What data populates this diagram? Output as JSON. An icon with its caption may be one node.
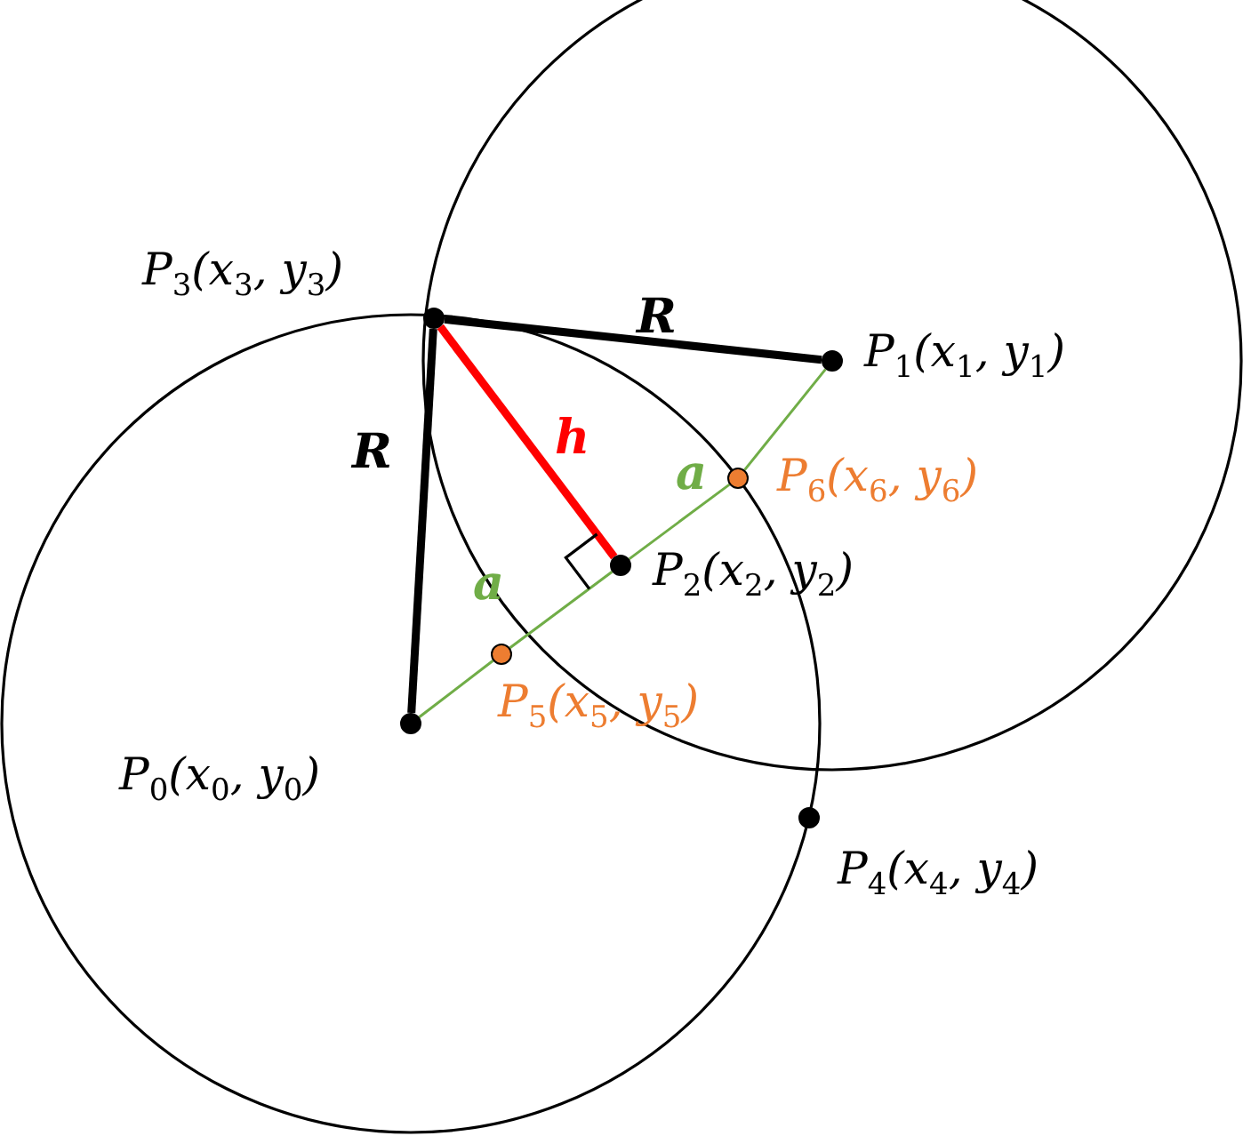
{
  "diagram": {
    "nodes": [
      {
        "text": [],
        "shape": "circle",
        "beside": [
          "P$_{3}$(x$_{3}$, y$_{3}$)"
        ]
      },
      {
        "text": [],
        "shape": "circle",
        "beside": [
          "P$_{1}$(x$_{1}$, y$_{1}$)"
        ]
      },
      {
        "text": [],
        "shape": "circle",
        "beside": [
          "P$_{6}$(x$_{6}$, y$_{6}$)"
        ]
      },
      {
        "text": [],
        "shape": "circle",
        "beside": [
          "P$_{2}$(x$_{2}$, y$_{2}$)"
        ]
      },
      {
        "text": [],
        "shape": "circle",
        "beside": [
          "P$_{5}$(x$_{5}$, y$_{5}$)"
        ]
      },
      {
        "text": [],
        "shape": "circle",
        "beside": [
          "P$_{0}$(x$_{0}$, y$_{0}$)"
        ]
      },
      {
        "text": [],
        "shape": "circle",
        "beside": [
          "P$_{4}$(x$_{4}$, y$_{4}$)"
        ]
      }
    ],
    "edges": [
      {
        "from": 0,
        "to": 1,
        "arrow": "none",
        "label": "R",
        "style": "thick",
        "color": "#000000"
      },
      {
        "from": 0,
        "to": 5,
        "arrow": "none",
        "label": "R",
        "style": "thick",
        "color": "#000000"
      },
      {
        "from": 0,
        "to": 3,
        "arrow": "none",
        "label": "h",
        "style": "thick",
        "color": "#ff0000"
      },
      {
        "from": 5,
        "to": 4,
        "arrow": "none",
        "color": "#70ad47"
      },
      {
        "from": 4,
        "to": 3,
        "arrow": "none",
        "label": "a",
        "color": "#70ad47"
      },
      {
        "from": 3,
        "to": 2,
        "arrow": "none",
        "label": "a",
        "color": "#70ad47"
      },
      {
        "from": 2,
        "to": 1,
        "arrow": "none",
        "color": "#70ad47"
      }
    ]
  }
}
